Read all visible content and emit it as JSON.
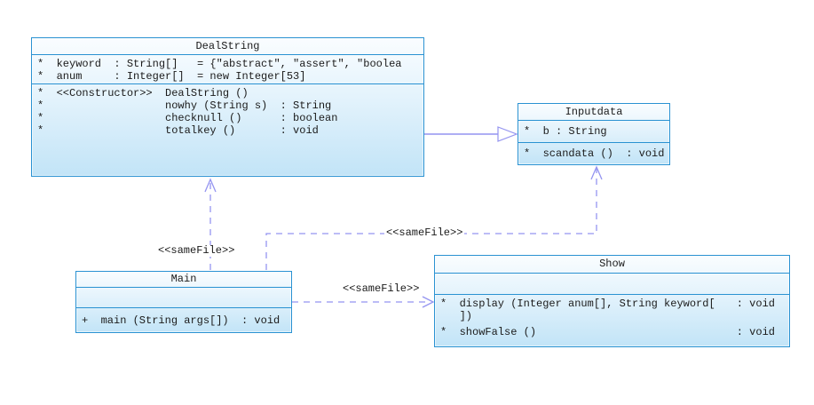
{
  "palette": {
    "background": "#ffffff",
    "box_border": "#2a92d2",
    "box_fill_top": "#fafdff",
    "box_fill_bottom": "#c2e4f7",
    "arrow_color": "#9494f0",
    "text_color": "#1a1a1a"
  },
  "classes": {
    "dealstring": {
      "title": "DealString",
      "attributes": [
        "*  keyword  : String[]   = {\"abstract\", \"assert\", \"boolea",
        "*  anum     : Integer[]  = new Integer[53]"
      ],
      "methods": [
        "*  <<Constructor>>  DealString ()",
        "*                   nowhy (String s)  : String",
        "*                   checknull ()      : boolean",
        "*                   totalkey ()       : void"
      ]
    },
    "inputdata": {
      "title": "Inputdata",
      "attributes": [
        "*  b : String"
      ],
      "methods": [
        "*  scandata ()  : void"
      ]
    },
    "main": {
      "title": "Main",
      "attributes": [],
      "methods": [
        "+  main (String args[])  : void"
      ]
    },
    "show": {
      "title": "Show",
      "attributes": [],
      "method_lines": [
        {
          "left": "*  display (Integer anum[], String keyword[",
          "right": ": void"
        },
        {
          "left": "   ])",
          "right": ""
        },
        {
          "left": "*  showFalse ()",
          "right": ": void"
        }
      ]
    }
  },
  "relationships": {
    "main_to_dealstring": {
      "label": "<<sameFile>>"
    },
    "main_to_inputdata": {
      "label": "<<sameFile>>"
    },
    "main_to_show": {
      "label": "<<sameFile>>"
    },
    "dealstring_to_inputdata": {
      "label": ""
    }
  }
}
